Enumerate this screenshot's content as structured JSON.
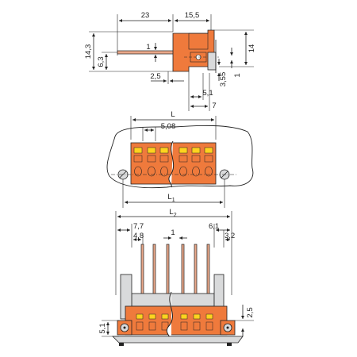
{
  "colors": {
    "housing": "#ef7a3c",
    "clamp": "#ffd21f",
    "panel": "#d9dadb",
    "pin": "#e9a789",
    "line": "#222222"
  },
  "side_view": {
    "dims": {
      "len_23": "23",
      "len_15_5": "15,5",
      "h_14_3": "14,3",
      "h_6_3": "6,3",
      "h_1_top": "1",
      "h_1_right": "1",
      "h_14": "14",
      "w_2_5": "2,5",
      "h_3_55": "3,55",
      "w_5_1": "5,1",
      "w_7": "7"
    }
  },
  "top_view": {
    "dims": {
      "L": "L",
      "pitch": "5,08",
      "L1": "L",
      "L1_sub": "1"
    }
  },
  "front_view": {
    "dims": {
      "L2": "L",
      "L2_sub": "2",
      "d_7_7": "7,7",
      "d_4_8": "4,8",
      "d_1": "1",
      "d_6_1": "6,1",
      "d_3_2": "3,2",
      "h_5_1": "5,1",
      "h_2_5": "2,5"
    }
  }
}
